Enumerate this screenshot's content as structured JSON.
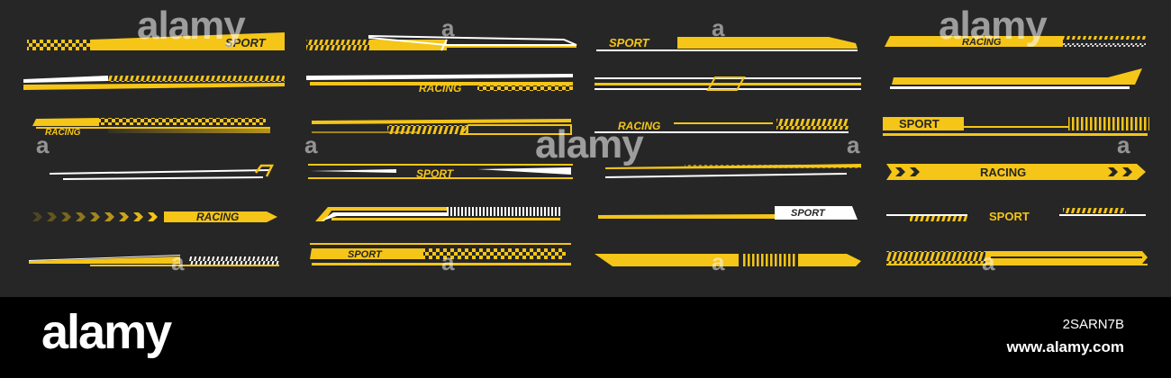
{
  "labels": {
    "sport": "SPORT",
    "racing": "RACING"
  },
  "watermark": {
    "word": "alamy",
    "letter": "a"
  },
  "footer": {
    "brand": "alamy",
    "image_id": "2SARN7B",
    "url": "www.alamy.com"
  },
  "colors": {
    "background": "#262626",
    "accent_yellow": "#f5c518",
    "stripe_white": "#ffffff",
    "footer_bg": "#000000"
  }
}
